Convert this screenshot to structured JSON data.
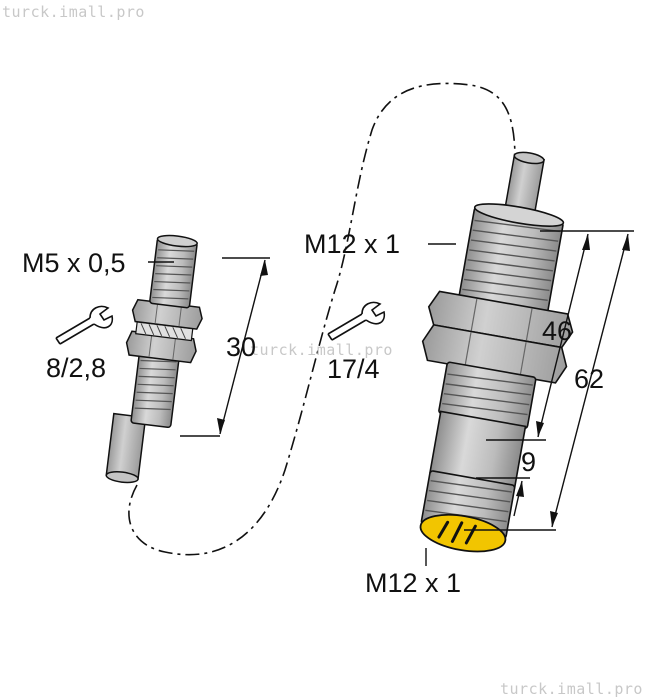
{
  "watermark": {
    "top_left": "turck.imall.pro",
    "center": "turck.imall.pro",
    "bottom_right": "turck.imall.pro"
  },
  "small_sensor": {
    "thread_label": "M5 x 0,5",
    "wrench_label": "8/2,8",
    "length_label": "30"
  },
  "large_sensor": {
    "thread_label": "M12 x 1",
    "wrench_label": "17/4",
    "dim_thread_length": "46",
    "dim_total_length": "62",
    "dim_connector_length": "9",
    "connector_label": "M12 x 1"
  },
  "colors": {
    "body_fill": "#bdbdbd",
    "connector_face": "#f2c500",
    "line": "#111111"
  }
}
